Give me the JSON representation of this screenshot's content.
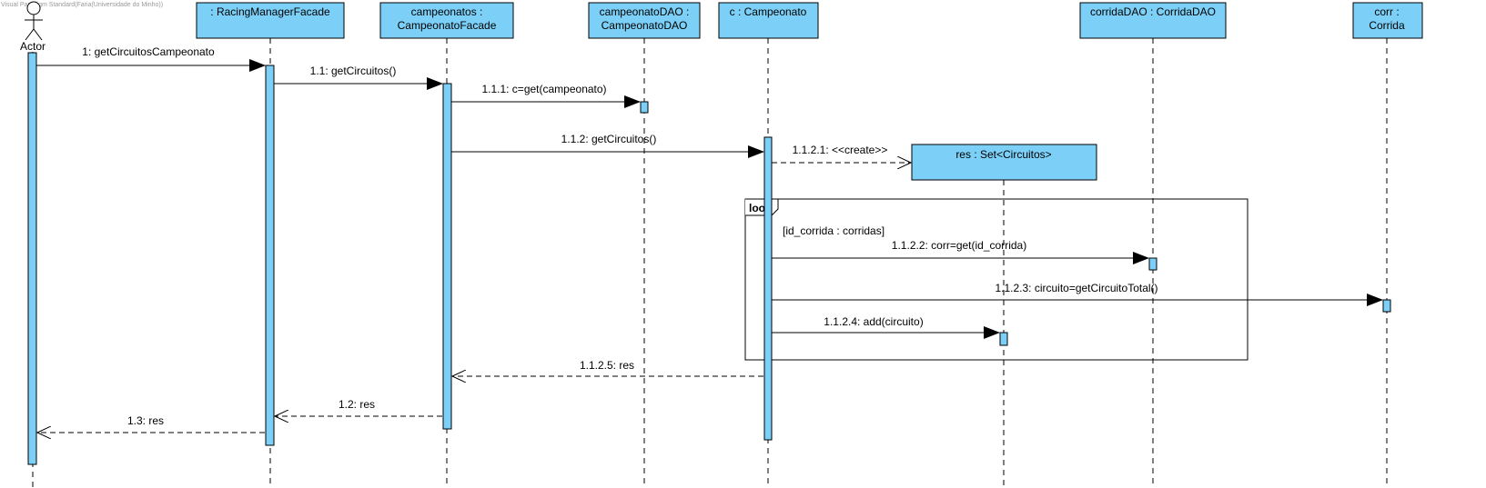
{
  "watermark": "Visual Paradigm Standard(Faria(Universidade do Minho))",
  "colors": {
    "lifeline_fill": "#7cd0f7",
    "stroke": "#000000",
    "background": "#ffffff",
    "frame": "#000000"
  },
  "actor": {
    "label": "Actor",
    "icon": "stick-figure-icon"
  },
  "lifelines": [
    {
      "id": "racing",
      "lines": [
        ": RacingManagerFacade"
      ]
    },
    {
      "id": "campFacade",
      "lines": [
        "campeonatos :",
        "CampeonatoFacade"
      ]
    },
    {
      "id": "campDAO",
      "lines": [
        "campeonatoDAO :",
        "CampeonatoDAO"
      ]
    },
    {
      "id": "camp",
      "lines": [
        "c : Campeonato"
      ]
    },
    {
      "id": "set",
      "lines": [
        "res : Set<Circuitos>"
      ]
    },
    {
      "id": "corridaDAO",
      "lines": [
        "corridaDAO : CorridaDAO"
      ]
    },
    {
      "id": "corrida",
      "lines": [
        "corr :",
        "Corrida"
      ]
    }
  ],
  "loop_fragment": {
    "operator": "loop",
    "guard": "[id_corrida : corridas]"
  },
  "messages": [
    {
      "id": "m1",
      "label": "1: getCircuitosCampeonato",
      "from": "actor",
      "to": "racing",
      "kind": "sync"
    },
    {
      "id": "m2",
      "label": "1.1: getCircuitos()",
      "from": "racing",
      "to": "campFacade",
      "kind": "sync"
    },
    {
      "id": "m3",
      "label": "1.1.1: c=get(campeonato)",
      "from": "campFacade",
      "to": "campDAO",
      "kind": "sync"
    },
    {
      "id": "m4",
      "label": "1.1.2: getCircuitos()",
      "from": "campFacade",
      "to": "camp",
      "kind": "sync"
    },
    {
      "id": "m5",
      "label": "1.1.2.1: <<create>>",
      "from": "camp",
      "to": "set",
      "kind": "create"
    },
    {
      "id": "m6",
      "label": "1.1.2.2: corr=get(id_corrida)",
      "from": "camp",
      "to": "corridaDAO",
      "kind": "sync"
    },
    {
      "id": "m7",
      "label": "1.1.2.3: circuito=getCircuitoTotal()",
      "from": "camp",
      "to": "corrida",
      "kind": "sync"
    },
    {
      "id": "m8",
      "label": "1.1.2.4: add(circuito)",
      "from": "camp",
      "to": "set",
      "kind": "sync"
    },
    {
      "id": "m9",
      "label": "1.1.2.5: res",
      "from": "camp",
      "to": "campFacade",
      "kind": "return"
    },
    {
      "id": "m10",
      "label": "1.2: res",
      "from": "campFacade",
      "to": "racing",
      "kind": "return"
    },
    {
      "id": "m11",
      "label": "1.3: res",
      "from": "racing",
      "to": "actor",
      "kind": "return"
    }
  ]
}
